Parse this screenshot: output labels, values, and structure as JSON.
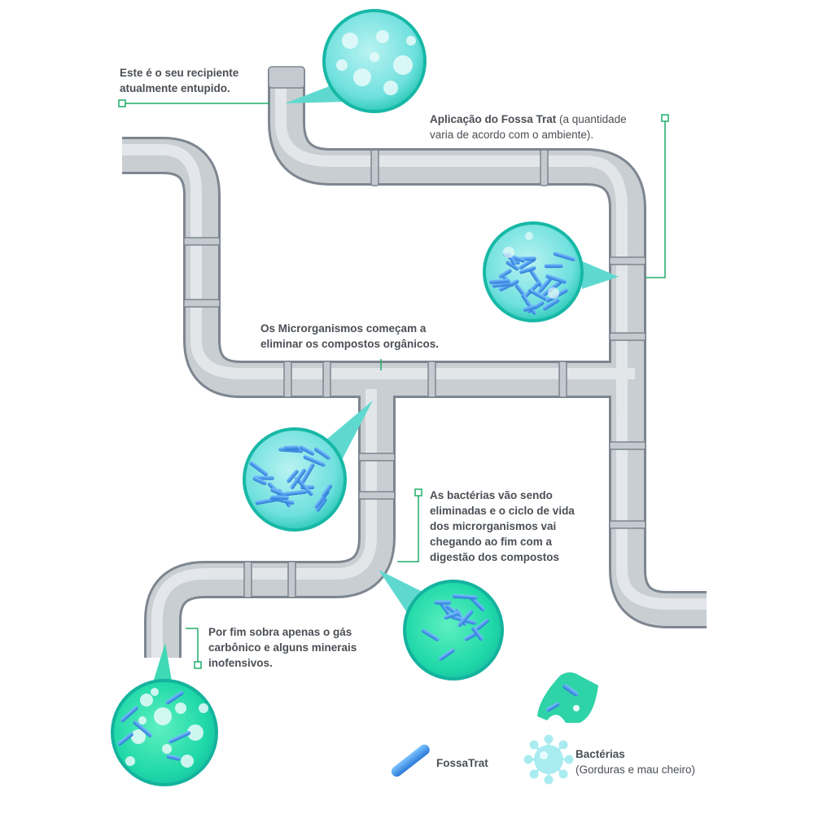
{
  "callouts": {
    "clogged": "Este é o seu recipiente atualmente entupido.",
    "application_bold": "Aplicação do Fossa Trat",
    "application_rest": " (a quantidade varia de acordo com o ambiente).",
    "microorganisms": "Os Microrganismos começam a eliminar os compostos orgânicos.",
    "bacteria_eliminated": "As bactérias vão sendo eliminadas e o ciclo de vida dos microrganismos vai chegando ao fim com a digestão dos compostos",
    "final": "Por fim sobra apenas o gás carbônico e alguns minerais inofensivos."
  },
  "legend": {
    "fossatrat": "FossaTrat",
    "bacteria_title": "Bactérias",
    "bacteria_desc": "(Gorduras e mau cheiro)"
  },
  "colors": {
    "pipe_light": "#d9dde1",
    "pipe_mid": "#aab2ba",
    "pipe_dark": "#7f8892",
    "teal": "#1fd3b8",
    "cyan": "#8fe8ee",
    "blue_rod": "#3f8fe0",
    "leader_green": "#1fae6a"
  }
}
